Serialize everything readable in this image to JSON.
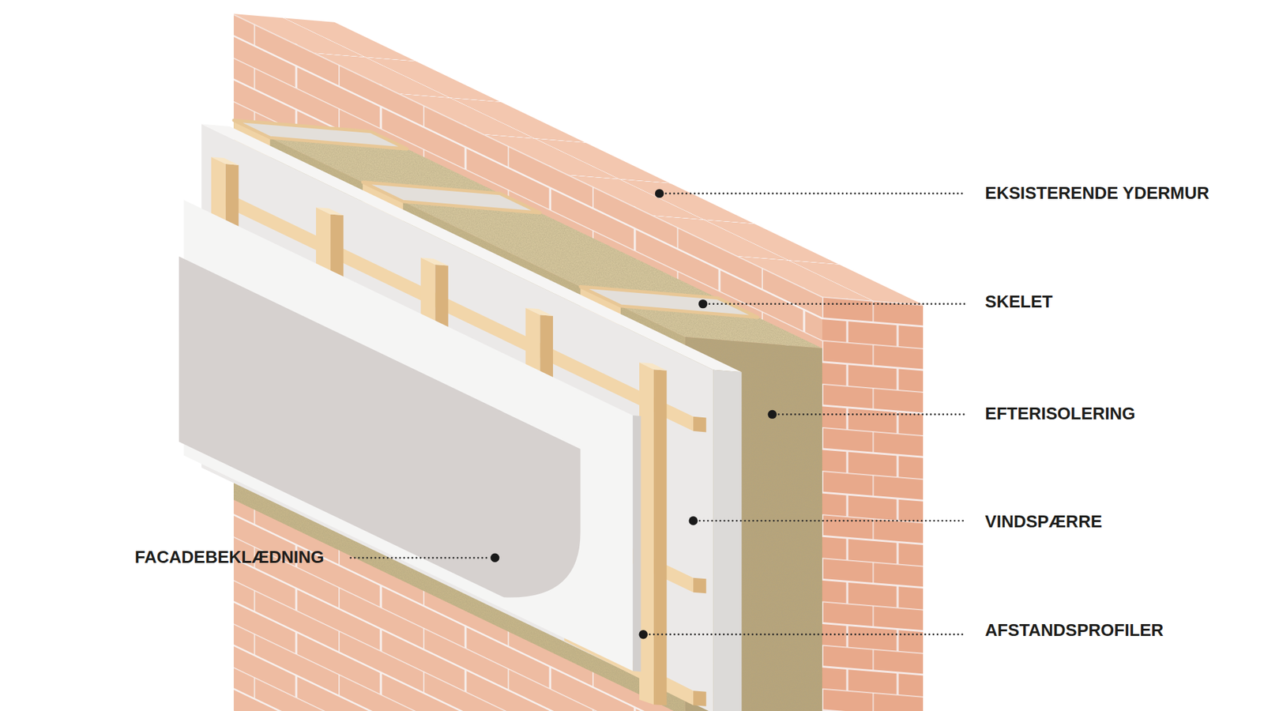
{
  "diagram": {
    "labels": [
      "EKSISTERENDE YDERMUR",
      "SKELET",
      "EFTERISOLERING",
      "VINDSPÆRRE",
      "FACADEBEKLÆDNING",
      "AFSTANDSPROFILER"
    ]
  }
}
